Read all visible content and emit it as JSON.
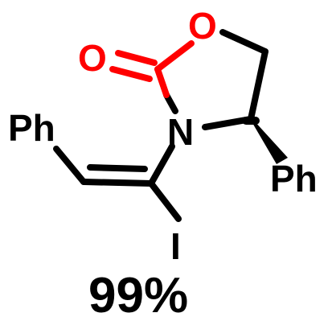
{
  "molecule": {
    "atoms": {
      "carbonyl_oxygen": "O",
      "ring_oxygen": "O",
      "nitrogen": "N",
      "phenyl_left": "Ph",
      "phenyl_right": "Ph",
      "iodine": "I"
    },
    "colors": {
      "heteroatom_oxygen": "#ff0000",
      "bond": "#000000",
      "atom_label": "#000000"
    }
  },
  "yield_label": "99%"
}
